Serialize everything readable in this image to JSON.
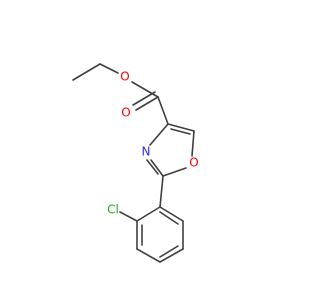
{
  "molecule": {
    "atoms": {
      "ester_oxygen": "O",
      "carbonyl_oxygen": "O",
      "ring_nitrogen": "N",
      "ring_oxygen": "O",
      "chlorine": "Cl"
    }
  },
  "colors": {
    "bond": "#3f3f3f",
    "carbon": "#3f3f3f",
    "oxygen": "#ff0000",
    "nitrogen": "#2f2fe0",
    "chlorine": "#19b219",
    "background": "#ffffff"
  }
}
